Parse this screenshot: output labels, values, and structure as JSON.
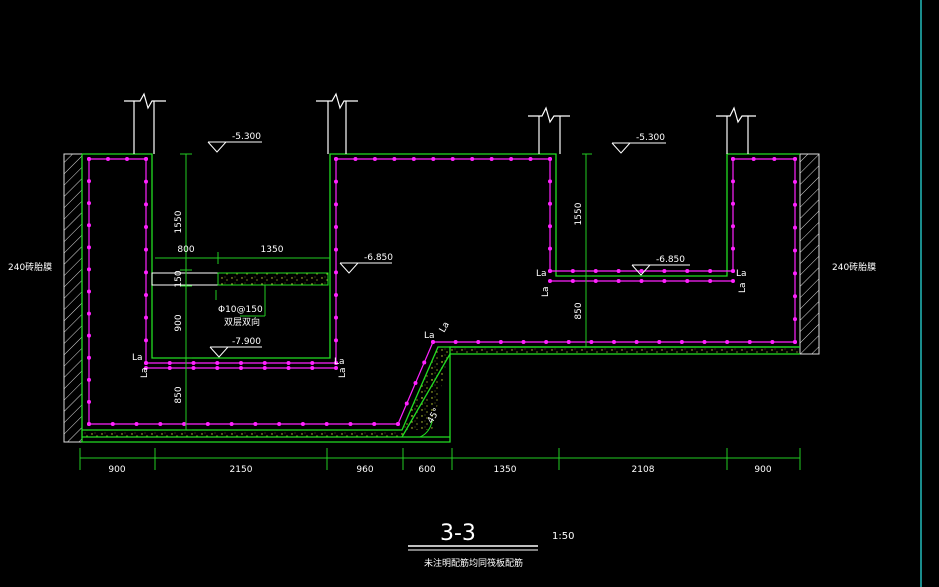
{
  "colors": {
    "background": "#000000",
    "structure": "#22dd22",
    "rebar": "#ff22ff",
    "dimension": "#22cc22",
    "text": "#ffffff",
    "concrete": "#ccdd33",
    "frame": "#22bbbb"
  },
  "levels": {
    "top_left": "-5.300",
    "top_right": "-5.300",
    "mid_left": "-6.850",
    "mid_right": "-6.850",
    "bottom_left": "-7.900"
  },
  "walls": {
    "left_label": "240砖胎膜",
    "right_label": "240砖胎膜"
  },
  "vertical_dims": {
    "left_upper": "1550",
    "left_mid": "150",
    "left_lower": "900",
    "left_bottom": "850",
    "right_upper": "1550",
    "right_lower": "850"
  },
  "horizontal_dims": {
    "left_800": "800",
    "left_1350": "1350",
    "bottom": [
      "900",
      "2150",
      "960",
      "600",
      "1350",
      "2108",
      "900"
    ]
  },
  "rebar_note": {
    "line1": "Φ10@150",
    "line2": "双层双向"
  },
  "anchor_label": "La",
  "angle_label": "45°",
  "title": {
    "section": "3-3",
    "scale": "1:50",
    "note": "未注明配筋均同筏板配筋"
  }
}
